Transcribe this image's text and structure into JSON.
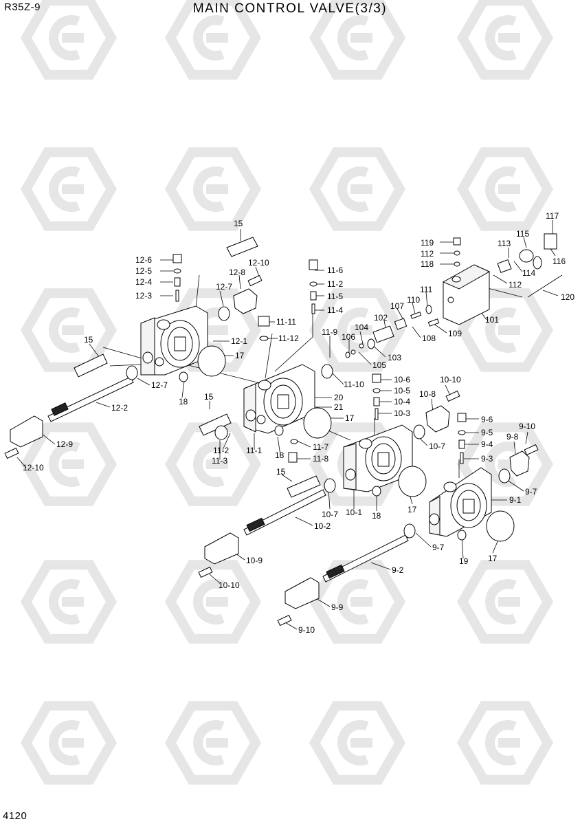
{
  "header": {
    "model": "R35Z-9",
    "title": "MAIN CONTROL VALVE(3/3)"
  },
  "footer": {
    "page_number": "4120"
  },
  "callouts": [
    {
      "id": "c15a",
      "text": "15"
    },
    {
      "id": "c117",
      "text": "117"
    },
    {
      "id": "c119",
      "text": "119"
    },
    {
      "id": "c112a",
      "text": "112"
    },
    {
      "id": "c118",
      "text": "118"
    },
    {
      "id": "c113",
      "text": "113"
    },
    {
      "id": "c115",
      "text": "115"
    },
    {
      "id": "c116",
      "text": "116"
    },
    {
      "id": "c114",
      "text": "114"
    },
    {
      "id": "c112b",
      "text": "112"
    },
    {
      "id": "c120",
      "text": "120"
    },
    {
      "id": "c111",
      "text": "111"
    },
    {
      "id": "c110",
      "text": "110"
    },
    {
      "id": "c107",
      "text": "107"
    },
    {
      "id": "c101",
      "text": "101"
    },
    {
      "id": "c102",
      "text": "102"
    },
    {
      "id": "c108",
      "text": "108"
    },
    {
      "id": "c109",
      "text": "109"
    },
    {
      "id": "c104",
      "text": "104"
    },
    {
      "id": "c106",
      "text": "106"
    },
    {
      "id": "c103",
      "text": "103"
    },
    {
      "id": "c105",
      "text": "105"
    },
    {
      "id": "c12_6",
      "text": "12-6"
    },
    {
      "id": "c12_5",
      "text": "12-5"
    },
    {
      "id": "c12_4",
      "text": "12-4"
    },
    {
      "id": "c12_3",
      "text": "12-3"
    },
    {
      "id": "c12_10",
      "text": "12-10"
    },
    {
      "id": "c12_8",
      "text": "12-8"
    },
    {
      "id": "c12_7a",
      "text": "12-7"
    },
    {
      "id": "c11_6",
      "text": "11-6"
    },
    {
      "id": "c11_2a",
      "text": "11-2"
    },
    {
      "id": "c11_5",
      "text": "11-5"
    },
    {
      "id": "c11_4",
      "text": "11-4"
    },
    {
      "id": "c11_11",
      "text": "11-11"
    },
    {
      "id": "c11_12",
      "text": "11-12"
    },
    {
      "id": "c12_1",
      "text": "12-1"
    },
    {
      "id": "c17a",
      "text": "17"
    },
    {
      "id": "c15b",
      "text": "15"
    },
    {
      "id": "c11_9",
      "text": "11-9"
    },
    {
      "id": "c11_10",
      "text": "11-10"
    },
    {
      "id": "c12_7b",
      "text": "12-7"
    },
    {
      "id": "c18a",
      "text": "18"
    },
    {
      "id": "c12_2",
      "text": "12-2"
    },
    {
      "id": "c15c",
      "text": "15"
    },
    {
      "id": "c20",
      "text": "20"
    },
    {
      "id": "c21",
      "text": "21"
    },
    {
      "id": "c17b",
      "text": "17"
    },
    {
      "id": "c12_9",
      "text": "12-9"
    },
    {
      "id": "c12_10b",
      "text": "12-10"
    },
    {
      "id": "c11_2b",
      "text": "11-2"
    },
    {
      "id": "c11_1",
      "text": "11-1"
    },
    {
      "id": "c11_3",
      "text": "11-3"
    },
    {
      "id": "c18b",
      "text": "18"
    },
    {
      "id": "c11_7",
      "text": "11-7"
    },
    {
      "id": "c11_8",
      "text": "11-8"
    },
    {
      "id": "c10_6",
      "text": "10-6"
    },
    {
      "id": "c10_5",
      "text": "10-5"
    },
    {
      "id": "c10_4",
      "text": "10-4"
    },
    {
      "id": "c10_3",
      "text": "10-3"
    },
    {
      "id": "c10_10a",
      "text": "10-10"
    },
    {
      "id": "c10_8",
      "text": "10-8"
    },
    {
      "id": "c9_6",
      "text": "9-6"
    },
    {
      "id": "c9_5",
      "text": "9-5"
    },
    {
      "id": "c9_4",
      "text": "9-4"
    },
    {
      "id": "c9_3",
      "text": "9-3"
    },
    {
      "id": "c9_10a",
      "text": "9-10"
    },
    {
      "id": "c9_8",
      "text": "9-8"
    },
    {
      "id": "c10_7a",
      "text": "10-7"
    },
    {
      "id": "c15d",
      "text": "15"
    },
    {
      "id": "c9_7a",
      "text": "9-7"
    },
    {
      "id": "c9_1",
      "text": "9-1"
    },
    {
      "id": "c10_7b",
      "text": "10-7"
    },
    {
      "id": "c10_1",
      "text": "10-1"
    },
    {
      "id": "c18c",
      "text": "18"
    },
    {
      "id": "c17c",
      "text": "17"
    },
    {
      "id": "c10_2",
      "text": "10-2"
    },
    {
      "id": "c9_7b",
      "text": "9-7"
    },
    {
      "id": "c17d",
      "text": "17"
    },
    {
      "id": "c19",
      "text": "19"
    },
    {
      "id": "c10_9",
      "text": "10-9"
    },
    {
      "id": "c9_2",
      "text": "9-2"
    },
    {
      "id": "c10_10b",
      "text": "10-10"
    },
    {
      "id": "c9_9",
      "text": "9-9"
    },
    {
      "id": "c9_10b",
      "text": "9-10"
    }
  ]
}
